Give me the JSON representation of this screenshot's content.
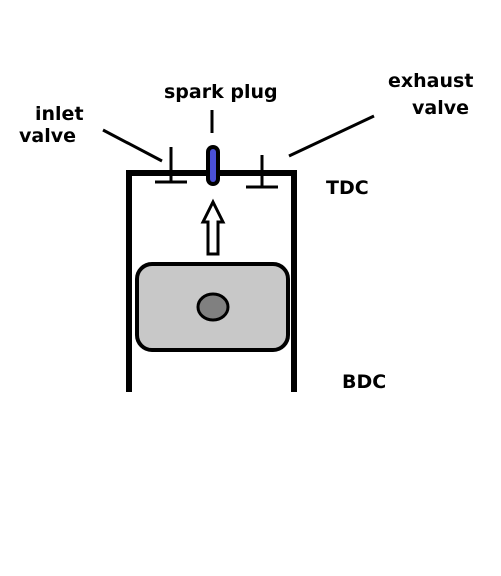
{
  "labels": {
    "inlet_valve_line1": "inlet",
    "inlet_valve_line2": "valve",
    "spark_plug": "spark plug",
    "exhaust_valve_line1": "exhaust",
    "exhaust_valve_line2": "valve",
    "tdc": "TDC",
    "bdc": "BDC"
  },
  "colors": {
    "line": "#000000",
    "piston_fill": "#c8c8c8",
    "pin_fill": "#808080",
    "spark_plug_tip": "#4a50d8",
    "background": "#ffffff"
  },
  "icons": {
    "stroke_direction": "up-arrow-icon"
  }
}
